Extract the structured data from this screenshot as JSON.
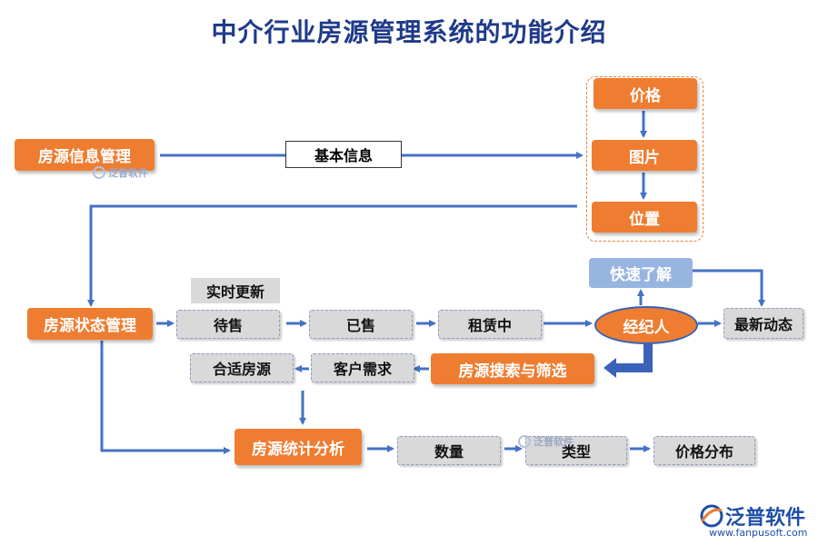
{
  "title": "中介行业房源管理系统的功能介绍",
  "nodes": {
    "info_mgmt": "房源信息管理",
    "basic_info": "基本信息",
    "price": "价格",
    "picture": "图片",
    "location": "位置",
    "realtime_update": "实时更新",
    "status_mgmt": "房源状态管理",
    "for_sale": "待售",
    "sold": "已售",
    "renting": "租赁中",
    "agent": "经纪人",
    "quick_learn": "快速了解",
    "latest_news": "最新动态",
    "suitable": "合适房源",
    "client_needs": "客户需求",
    "search_filter": "房源搜索与筛选",
    "stats": "房源统计分析",
    "quantity": "数量",
    "type": "类型",
    "price_dist": "价格分布"
  },
  "watermark": "泛普软件",
  "logo": {
    "name": "泛普软件",
    "url": "www.fanpusoft.com"
  },
  "colors": {
    "title": "#1f3a8a",
    "orange": "#ee7d31",
    "arrow": "#4472c4",
    "gray_box": "#d9d9d9",
    "light_blue": "#98b4e0"
  }
}
